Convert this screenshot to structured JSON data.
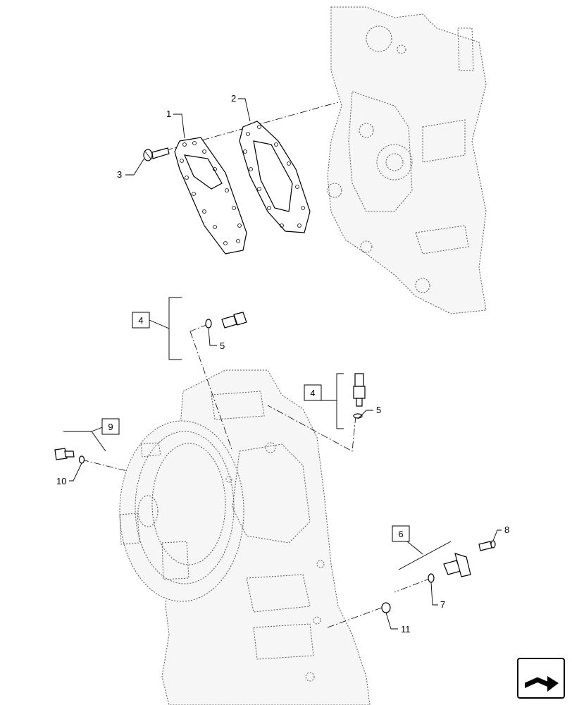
{
  "callouts": {
    "c1": "1",
    "c2": "2",
    "c3": "3",
    "c5a": "5",
    "c5b": "5",
    "c7": "7",
    "c8": "8",
    "c10": "10",
    "c11": "11"
  },
  "boxed_labels": {
    "b4a": "4",
    "b4b": "4",
    "b6": "6",
    "b9": "9"
  },
  "nav": {
    "icon": "arrow-navigation-icon"
  }
}
